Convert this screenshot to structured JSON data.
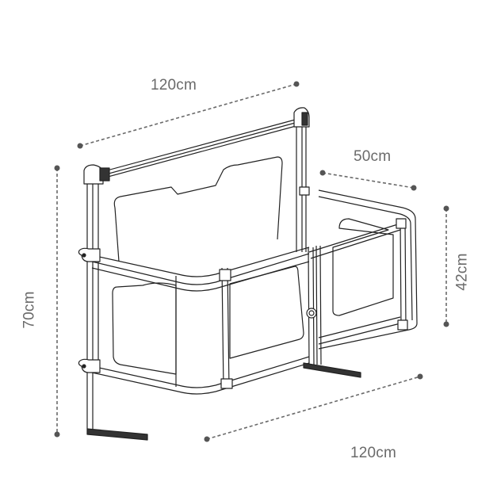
{
  "diagram": {
    "subject": "bedside crib / bed rail with side enclosure",
    "line_color": "#222222",
    "dimension_color": "#6a6a6a",
    "dimensions": {
      "top_length": "120cm",
      "side_width": "50cm",
      "side_height": "42cm",
      "total_height": "70cm",
      "bottom_length": "120cm"
    }
  }
}
